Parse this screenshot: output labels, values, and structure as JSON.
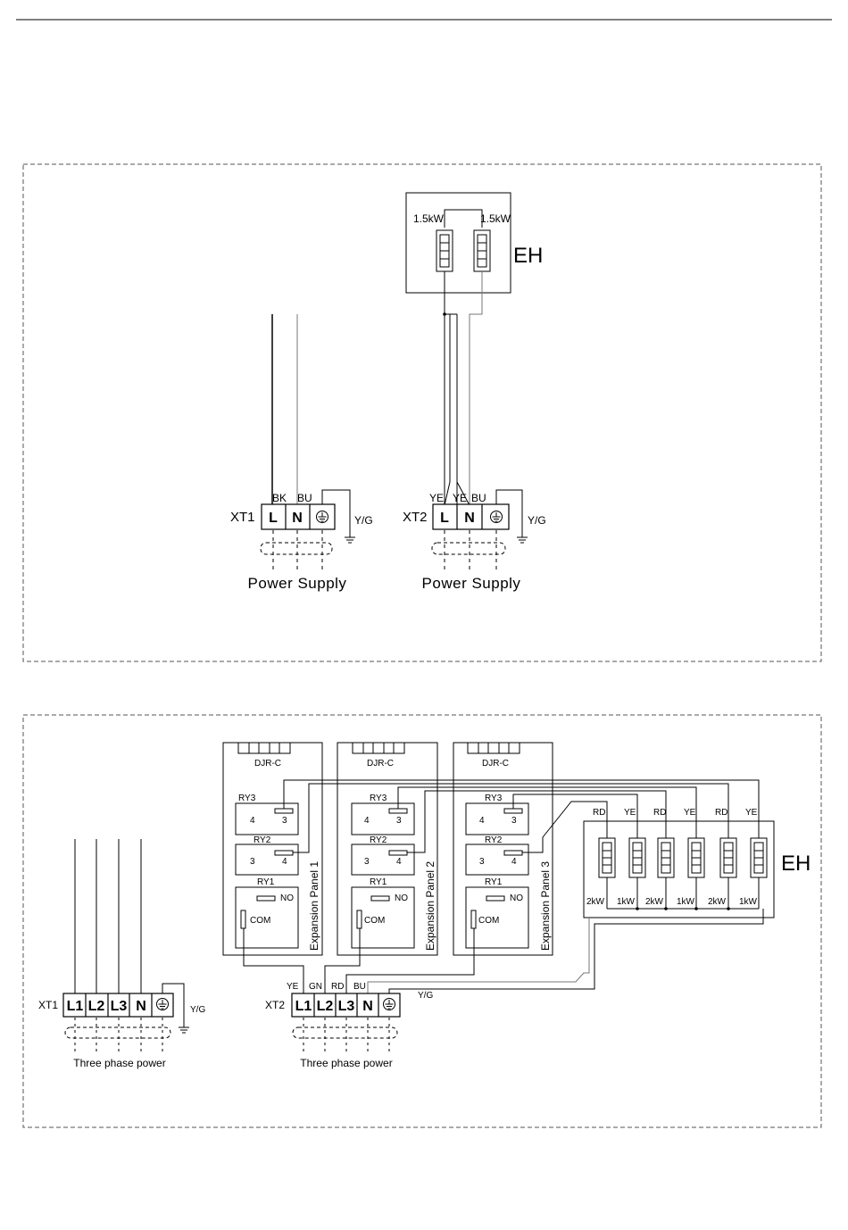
{
  "diagram1": {
    "heater": {
      "label": "EH",
      "elements": [
        "1.5kW",
        "1.5kW"
      ]
    },
    "xt1": {
      "name": "XT1",
      "terminals": [
        "L",
        "N"
      ],
      "wire_colors": [
        "BK",
        "BU"
      ],
      "ground_label": "Y/G",
      "supply_label": "Power Supply"
    },
    "xt2": {
      "name": "XT2",
      "terminals": [
        "L",
        "N"
      ],
      "wire_colors": [
        "YE",
        "YE",
        "BU"
      ],
      "ground_label": "Y/G",
      "supply_label": "Power Supply"
    }
  },
  "diagram2": {
    "heater": {
      "label": "EH",
      "top_labels": [
        "RD",
        "YE",
        "RD",
        "YE",
        "RD",
        "YE"
      ],
      "bottom_labels": [
        "2kW",
        "1kW",
        "2kW",
        "1kW",
        "2kW",
        "1kW"
      ]
    },
    "panels": [
      {
        "name": "Expansion Panel 1",
        "module": "DJR-C",
        "relays": {
          "ry3": "RY3",
          "ry2": "RY2",
          "ry1": "RY1"
        },
        "pins": {
          "ry3_left": "4",
          "ry3_right": "3",
          "ry2_left": "3",
          "ry2_right": "4",
          "no": "NO",
          "com": "COM"
        }
      },
      {
        "name": "Expansion Panel 2",
        "module": "DJR-C",
        "relays": {
          "ry3": "RY3",
          "ry2": "RY2",
          "ry1": "RY1"
        },
        "pins": {
          "ry3_left": "4",
          "ry3_right": "3",
          "ry2_left": "3",
          "ry2_right": "4",
          "no": "NO",
          "com": "COM"
        }
      },
      {
        "name": "Expansion Panel 3",
        "module": "DJR-C",
        "relays": {
          "ry3": "RY3",
          "ry2": "RY2",
          "ry1": "RY1"
        },
        "pins": {
          "ry3_left": "4",
          "ry3_right": "3",
          "ry2_left": "3",
          "ry2_right": "4",
          "no": "NO",
          "com": "COM"
        }
      }
    ],
    "xt1": {
      "name": "XT1",
      "terminals": [
        "L1",
        "L2",
        "L3",
        "N"
      ],
      "ground_label": "Y/G",
      "supply_label": "Three phase power"
    },
    "xt2": {
      "name": "XT2",
      "terminals": [
        "L1",
        "L2",
        "L3",
        "N"
      ],
      "wire_colors": [
        "YE",
        "GN",
        "RD",
        "BU"
      ],
      "ground_label": "Y/G",
      "supply_label": "Three phase power"
    }
  }
}
